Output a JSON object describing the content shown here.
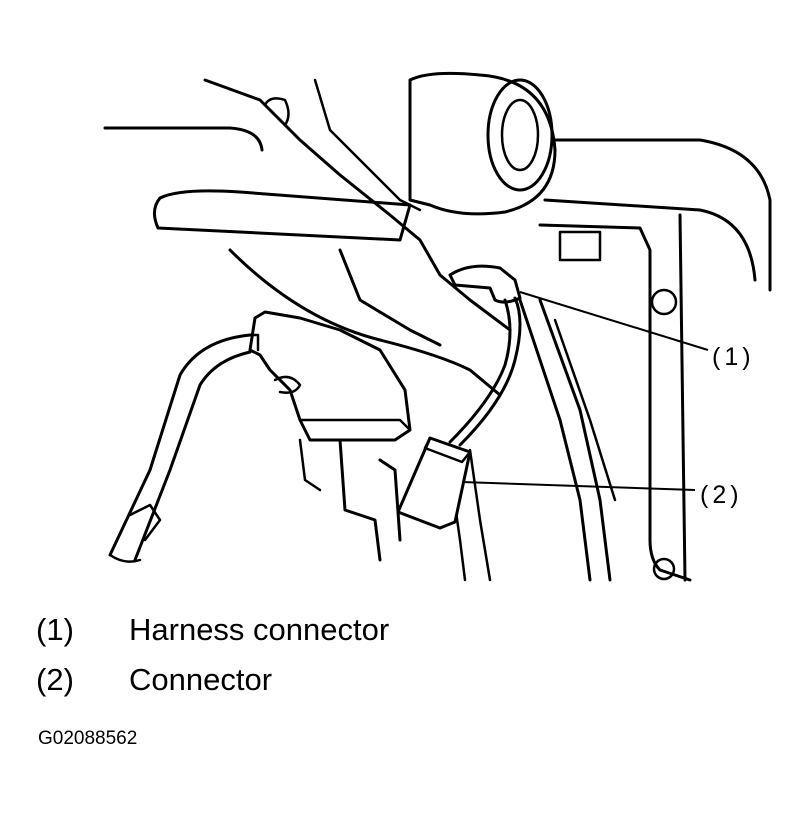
{
  "callouts": [
    {
      "label": "(1)"
    },
    {
      "label": "(2)"
    }
  ],
  "legend": [
    {
      "num": "(1)",
      "text": "Harness connector"
    },
    {
      "num": "(2)",
      "text": "Connector"
    }
  ],
  "figure_id": "G02088562"
}
